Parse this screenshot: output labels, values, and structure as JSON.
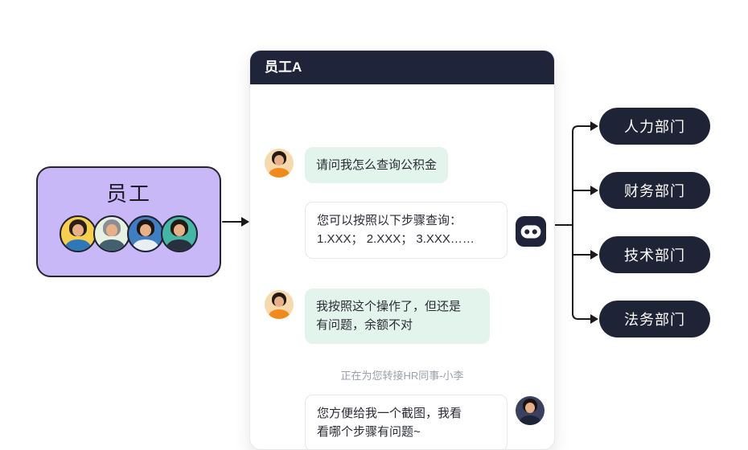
{
  "left_box": {
    "label": "员工"
  },
  "chat": {
    "title": "员工A",
    "messages": [
      {
        "from": "employee",
        "text": "请问我怎么查询公积金"
      },
      {
        "from": "bot",
        "text": "您可以按照以下步骤查询：\n1.XXX； 2.XXX； 3.XXX……"
      },
      {
        "from": "employee",
        "text": "我按照这个操作了，但还是\n有问题，余额不对"
      },
      {
        "from": "hr-agent",
        "text": "您方便给我一个截图，我看\n看哪个步骤有问题~"
      }
    ],
    "transfer_notice": "正在为您转接HR同事-小李"
  },
  "departments": [
    {
      "label": "人力部门"
    },
    {
      "label": "财务部门"
    },
    {
      "label": "技术部门"
    },
    {
      "label": "法务部门"
    }
  ],
  "icons": {
    "bot": "robot-bot-icon",
    "employee_avatar": "employee-avatar",
    "agent_avatar": "hr-agent-avatar"
  },
  "colors": {
    "dark_navy": "#20243a",
    "pill_navy": "#1f2336",
    "purple_node": "#c9b8f7",
    "mint_bubble": "#e3f4ed",
    "connector_line": "#1a1a1a"
  }
}
